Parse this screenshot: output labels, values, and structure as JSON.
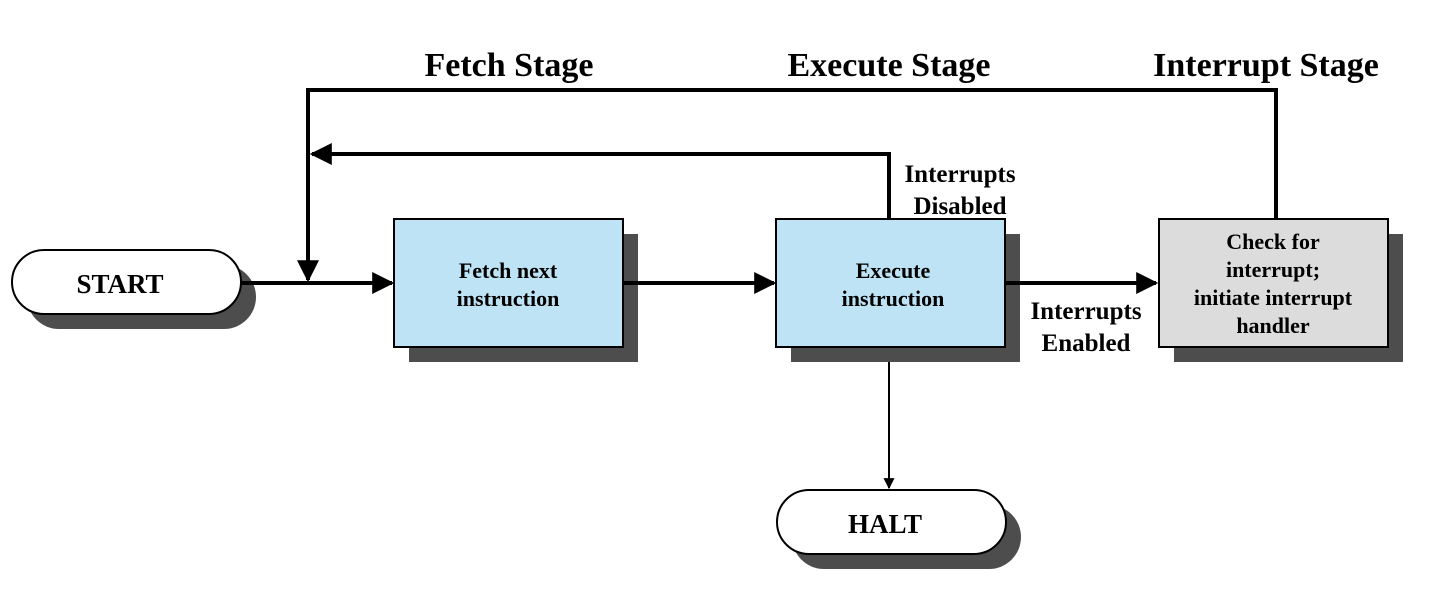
{
  "stages": {
    "fetch": "Fetch Stage",
    "execute": "Execute Stage",
    "interrupt": "Interrupt Stage"
  },
  "nodes": {
    "start": {
      "label": "START"
    },
    "fetch": {
      "lines": [
        "Fetch next",
        "instruction"
      ]
    },
    "execute": {
      "lines": [
        "Execute",
        "instruction"
      ]
    },
    "interrupt": {
      "lines": [
        "Check for",
        "interrupt;",
        "initiate interrupt",
        "handler"
      ]
    },
    "halt": {
      "label": "HALT"
    }
  },
  "edge_labels": {
    "disabled": [
      "Interrupts",
      "Disabled"
    ],
    "enabled": [
      "Interrupts",
      "Enabled"
    ]
  },
  "colors": {
    "process_fill": "#bde3f5",
    "interrupt_fill": "#dcdcdc",
    "shadow": "#4d4d4d",
    "terminal_fill": "#ffffff"
  }
}
